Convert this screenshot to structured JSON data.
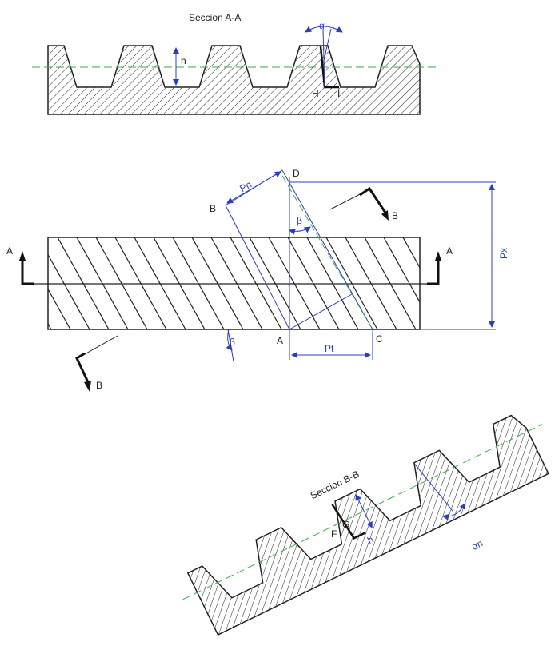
{
  "section_aa": {
    "title": "Seccion A-A",
    "h_label": "h",
    "alpha_label": "α",
    "H_label": "H",
    "I_label": "I"
  },
  "plan": {
    "D_label": "D",
    "B_label": "B",
    "Pn_label": "Pn",
    "beta_label": "β",
    "Px_label": "Px",
    "A_label": "A",
    "C_label": "C",
    "Pt_label": "Pt",
    "beta2_label": "β",
    "arrow_B_top": "B",
    "arrow_B_bottom": "B",
    "arrow_A_left": "A",
    "arrow_A_right": "A"
  },
  "section_bb": {
    "title": "Seccion B-B",
    "h_label": "h",
    "alpha_label": "αn",
    "F_label": "F",
    "G_label": "G"
  },
  "colors": {
    "line": "#222222",
    "dim": "#2a3ec0",
    "center": "#3cab4a"
  }
}
